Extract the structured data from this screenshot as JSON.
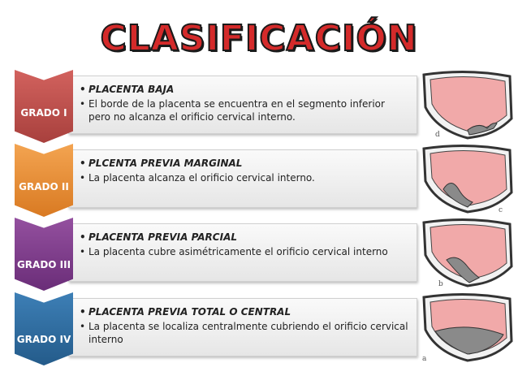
{
  "title": "CLASIFICACIÓN",
  "rows": [
    {
      "grade": "GRADO I",
      "color": "#c0504d",
      "heading": "PLACENTA BAJA",
      "description": "El borde de la placenta se encuentra en el segmento inferior pero no alcanza el orificio cervical interno.",
      "figure_letter": "d"
    },
    {
      "grade": "GRADO II",
      "color": "#e8913a",
      "heading": "PLCENTA PREVIA MARGINAL",
      "description": "La placenta alcanza el orificio cervical interno.",
      "figure_letter": "c"
    },
    {
      "grade": "GRADO III",
      "color": "#7e3a8c",
      "heading": "PLACENTA PREVIA PARCIAL",
      "description": "La placenta cubre asimétricamente el orificio cervical interno",
      "figure_letter": "b"
    },
    {
      "grade": "GRADO IV",
      "color": "#2f6ea3",
      "heading": "PLACENTA PREVIA TOTAL O CENTRAL",
      "description": "La placenta se localiza centralmente cubriendo el orificio cervical interno",
      "figure_letter": "a"
    }
  ]
}
